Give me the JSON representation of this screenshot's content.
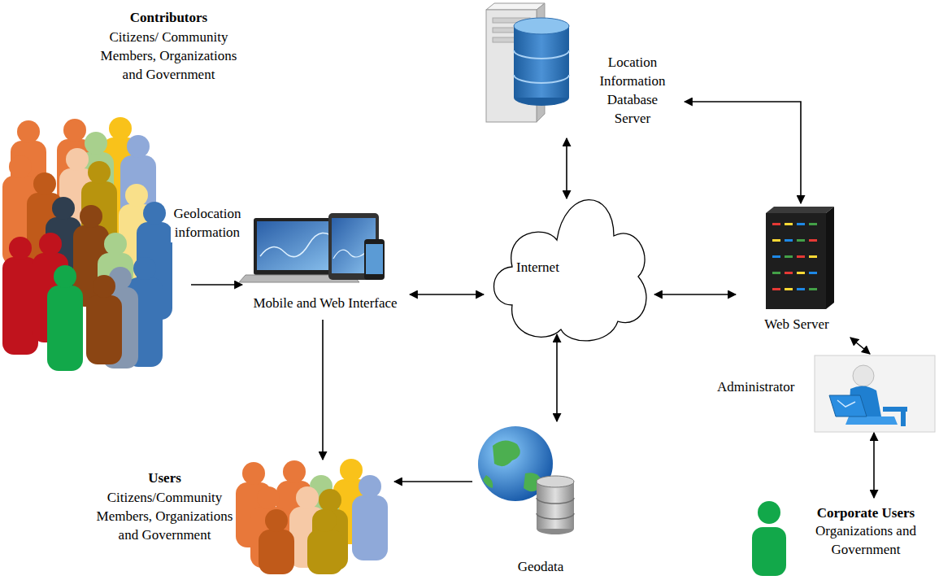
{
  "diagram": {
    "nodes": [
      {
        "text": [
          "Contributors",
          "Citizens/ Community Members, Organizations and Government"
        ]
      },
      {
        "text": [
          "Location Information Database Server"
        ]
      },
      {
        "text": [
          "Mobile and Web Interface"
        ]
      },
      {
        "text": [
          "Internet"
        ]
      },
      {
        "text": [
          "Web Server"
        ]
      },
      {
        "text": [
          "Administrator"
        ]
      },
      {
        "text": [
          "Users",
          "Citizens/Community Members, Organizations and Government"
        ]
      },
      {
        "text": [
          "Geodata"
        ]
      },
      {
        "text": [
          "Corporate Users",
          "Organizations and Government"
        ]
      }
    ],
    "edges": [
      {
        "from": 0,
        "to": 2,
        "arrow": "to",
        "label": "Geolocation information"
      },
      {
        "from": 2,
        "to": 3,
        "arrow": "both"
      },
      {
        "from": 1,
        "to": 3,
        "arrow": "both"
      },
      {
        "from": 1,
        "to": 4,
        "arrow": "both"
      },
      {
        "from": 3,
        "to": 4,
        "arrow": "both"
      },
      {
        "from": 3,
        "to": 7,
        "arrow": "both"
      },
      {
        "from": 2,
        "to": 6,
        "arrow": "to"
      },
      {
        "from": 7,
        "to": 6,
        "arrow": "to"
      },
      {
        "from": 4,
        "to": 5,
        "arrow": "both"
      },
      {
        "from": 5,
        "to": 8,
        "arrow": "both"
      }
    ]
  }
}
